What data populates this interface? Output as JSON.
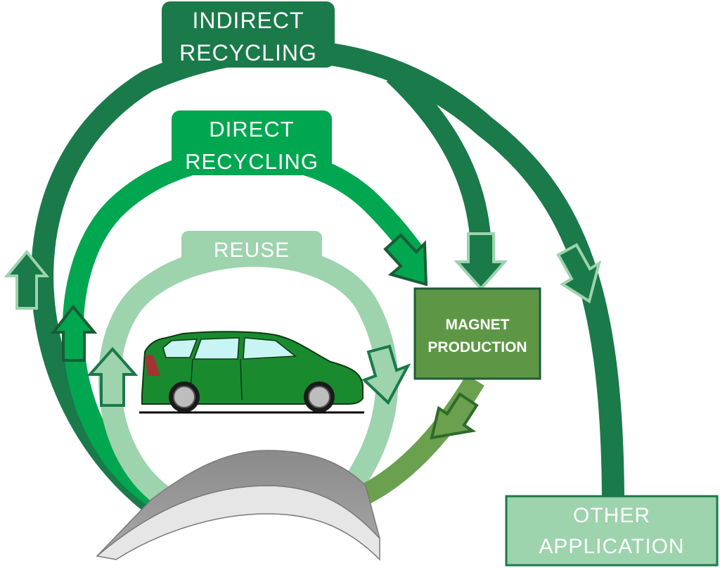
{
  "labels": {
    "indirect_line1": "INDIRECT",
    "indirect_line2": "RECYCLING",
    "direct_line1": "DIRECT",
    "direct_line2": "RECYCLING",
    "reuse": "REUSE",
    "magnet_line1": "MAGNET",
    "magnet_line2": "PRODUCTION",
    "other_line1": "OTHER",
    "other_line2": "APPLICATION"
  },
  "colors": {
    "indirect": "#1a7a49",
    "direct": "#00a650",
    "reuse": "#9dd3ad",
    "magnet_box": "#5d9745",
    "magnet_flow": "#6aa04e",
    "other_box": "#9dd3ad",
    "car_body": "#1a8a2e",
    "magnet_mound": "#9a9a9a"
  },
  "icons": {
    "car": "car-icon",
    "magnet_mound": "magnet-block-icon"
  }
}
